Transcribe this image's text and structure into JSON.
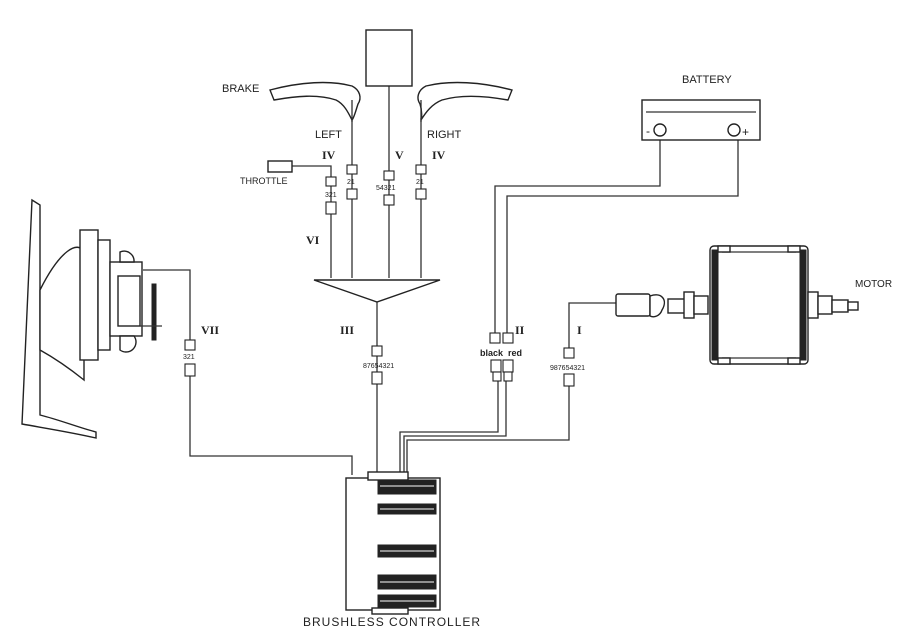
{
  "labels": {
    "brake": "BRAKE",
    "left": "LEFT",
    "right": "RIGHT",
    "throttle": "THROTTLE",
    "battery": "BATTERY",
    "motor": "MOTOR",
    "controller": "BRUSHLESS CONTROLLER",
    "black": "black",
    "red": "red",
    "battery_minus": "-",
    "battery_plus": "+"
  },
  "connectors": {
    "i": "I",
    "ii": "II",
    "iii": "III",
    "iv_left": "IV",
    "iv_right": "IV",
    "v": "V",
    "vi": "VI",
    "vii": "VII"
  },
  "pins": {
    "throttle": "321",
    "brake_left": "21",
    "display": "54321",
    "brake_right": "21",
    "hub_panel": "87654321",
    "motor": "987654321",
    "left_device": "321"
  }
}
